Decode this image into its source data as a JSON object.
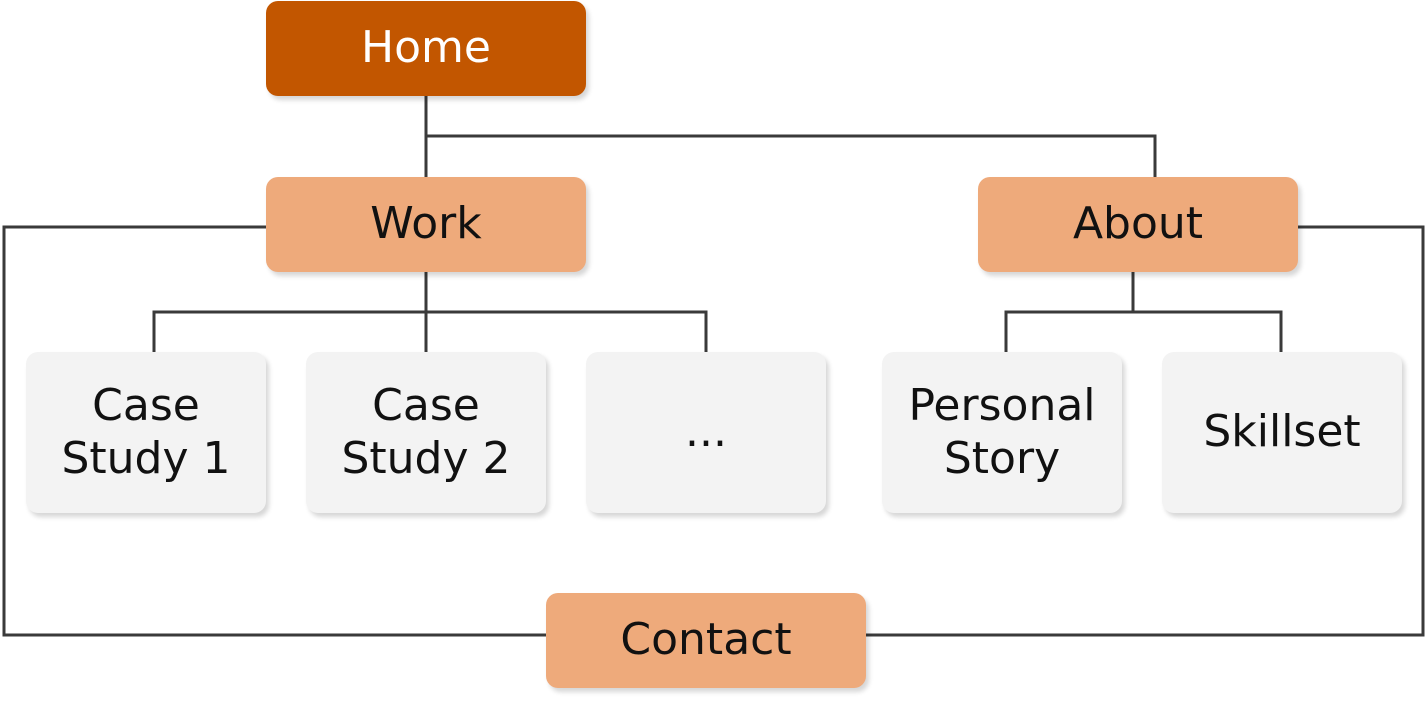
{
  "colors": {
    "home_fill": "#C25600",
    "home_text": "#FFFFFF",
    "section_fill": "#EEAA7B",
    "page_fill": "#F3F3F3",
    "connector": "#3A3A3A"
  },
  "nodes": {
    "home": "Home",
    "work": "Work",
    "about": "About",
    "contact": "Contact",
    "case_study_1": "Case Study 1",
    "case_study_2": "Case Study 2",
    "more": "...",
    "personal_story": "Personal Story",
    "skillset": "Skillset"
  }
}
